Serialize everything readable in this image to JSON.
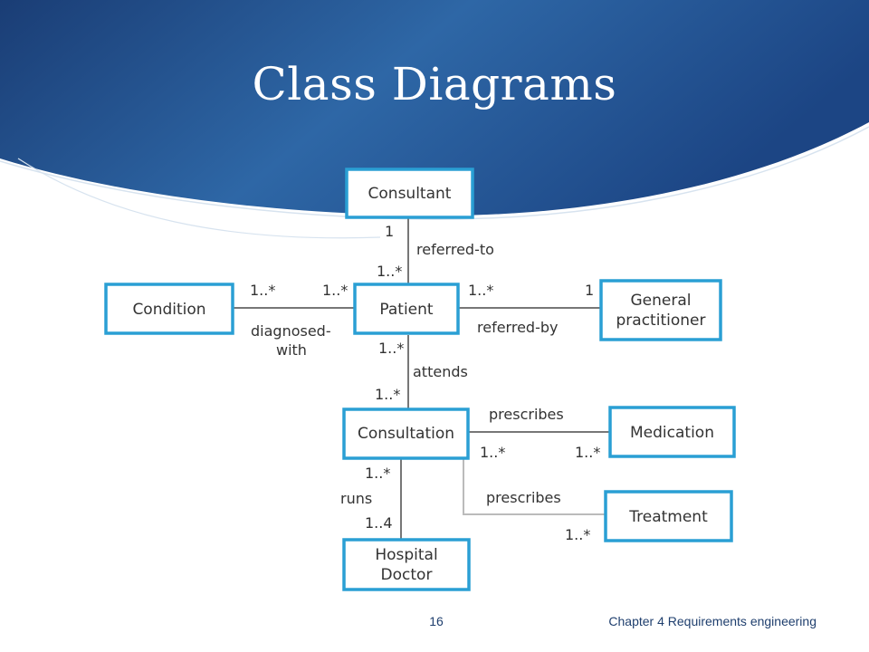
{
  "slide": {
    "title": "Class Diagrams",
    "page_number": "16",
    "chapter": "Chapter 4 Requirements engineering"
  },
  "colors": {
    "header_dark": "#1b3f78",
    "header_light": "#2f69a8",
    "class_border": "#2a9fd4",
    "footer_text": "#1f3f6e"
  },
  "classes": {
    "consultant": "Consultant",
    "condition": "Condition",
    "patient": "Patient",
    "gp_line1": "General",
    "gp_line2": "practitioner",
    "consultation": "Consultation",
    "medication": "Medication",
    "treatment": "Treatment",
    "doctor_line1": "Hospital",
    "doctor_line2": "Doctor"
  },
  "associations": {
    "referred_to": {
      "name": "referred-to",
      "mult_consultant": "1",
      "mult_patient": "1..*"
    },
    "diagnosed_with": {
      "name_line1": "diagnosed-",
      "name_line2": "with",
      "mult_condition": "1..*",
      "mult_patient": "1..*"
    },
    "referred_by": {
      "name": "referred-by",
      "mult_patient": "1..*",
      "mult_gp": "1"
    },
    "attends": {
      "name": "attends",
      "mult_patient": "1..*",
      "mult_consultation": "1..*"
    },
    "prescribes_medication": {
      "name": "prescribes",
      "mult_consultation": "1..*",
      "mult_medication": "1..*"
    },
    "prescribes_treatment": {
      "name": "prescribes",
      "mult_treatment": "1..*"
    },
    "runs": {
      "name": "runs",
      "mult_consultation": "1..*",
      "mult_doctor": "1..4"
    }
  }
}
